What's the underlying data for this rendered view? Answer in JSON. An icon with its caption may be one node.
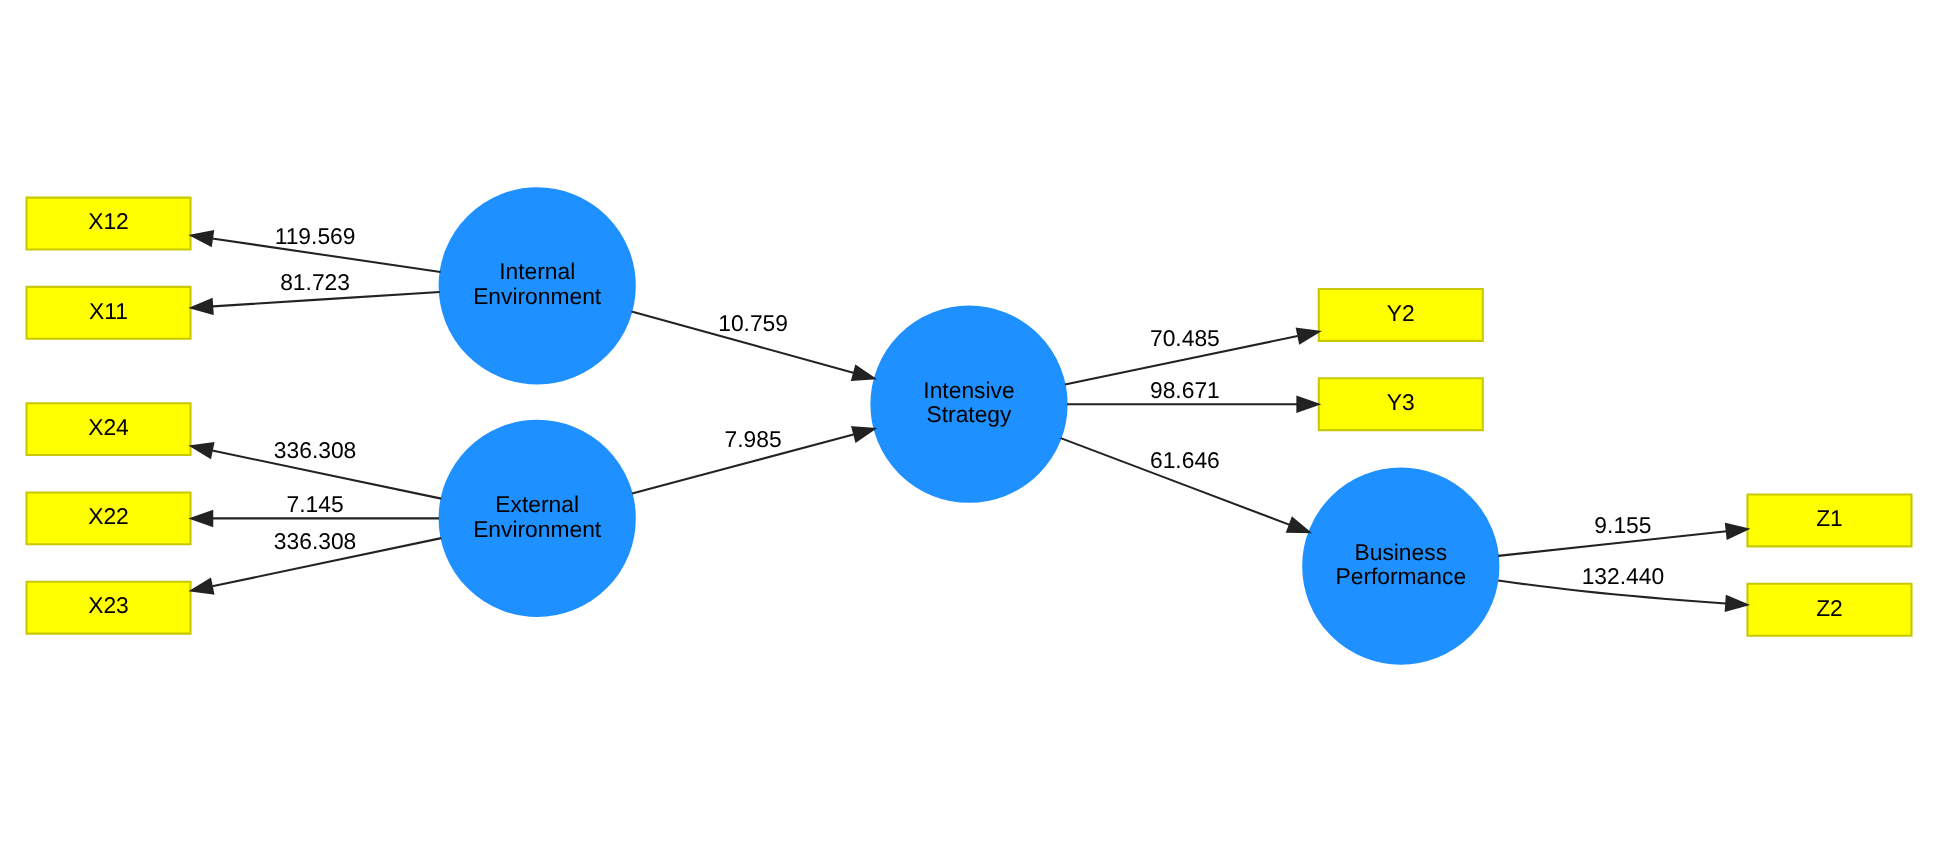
{
  "diagram": {
    "nodes": [
      {
        "text": [
          "X11"
        ]
      },
      {
        "text": [
          "X12"
        ]
      },
      {
        "text": [
          "Internal Environment"
        ]
      },
      {
        "text": [
          "Y2"
        ]
      },
      {
        "text": [
          "Y3"
        ]
      },
      {
        "text": [
          "Intensive Strategy"
        ]
      },
      {
        "text": [
          "Z1"
        ]
      },
      {
        "text": [
          "Z2"
        ]
      },
      {
        "text": [
          "Business Performance"
        ]
      },
      {
        "text": [
          "X22"
        ]
      },
      {
        "text": [
          "X23"
        ]
      },
      {
        "text": [
          "X24"
        ]
      },
      {
        "text": [
          "External Environment"
        ]
      }
    ],
    "edges": [
      {
        "from": 2,
        "to": 0,
        "arrow": "to",
        "label": "81.723"
      },
      {
        "from": 2,
        "to": 1,
        "arrow": "to",
        "label": "119.569"
      },
      {
        "from": 2,
        "to": 5,
        "arrow": "to",
        "label": "10.759"
      },
      {
        "from": 5,
        "to": 3,
        "arrow": "to",
        "label": "70.485"
      },
      {
        "from": 5,
        "to": 4,
        "arrow": "to",
        "label": "98.671"
      },
      {
        "from": 5,
        "to": 8,
        "arrow": "to",
        "label": "61.646"
      },
      {
        "from": 8,
        "to": 6,
        "arrow": "to",
        "label": "9.155"
      },
      {
        "from": 8,
        "to": 7,
        "arrow": "to",
        "label": "132.440"
      },
      {
        "from": 12,
        "to": 5,
        "arrow": "to",
        "label": "7.985"
      },
      {
        "from": 12,
        "to": 9,
        "arrow": "to",
        "label": "7.145"
      },
      {
        "from": 12,
        "to": 10,
        "arrow": "to",
        "label": "336.308"
      },
      {
        "from": 12,
        "to": 11,
        "arrow": "to",
        "label": "336.308"
      }
    ]
  }
}
